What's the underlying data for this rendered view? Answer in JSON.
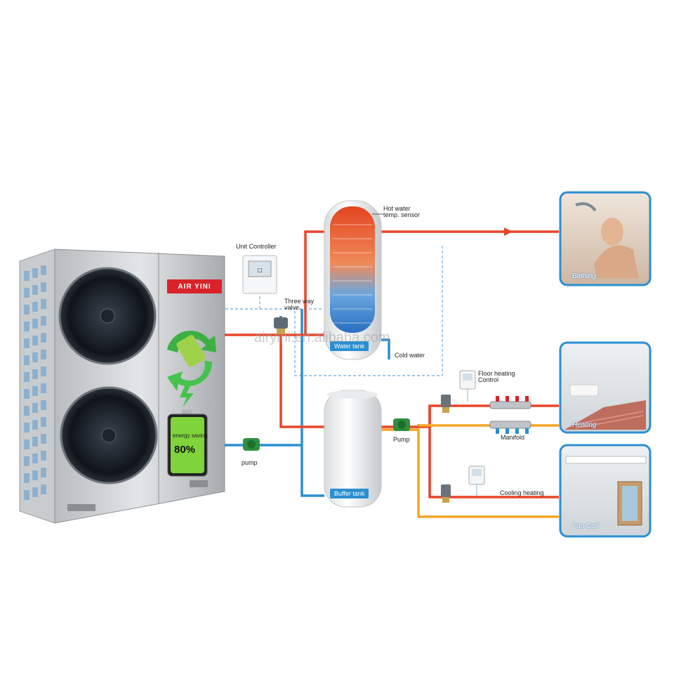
{
  "brand": {
    "name": "AIR YINI"
  },
  "battery": {
    "label": "energy saving",
    "value": "80%"
  },
  "labels": {
    "unit_controller": "Unit Controller",
    "three_way_valve_l1": "Three way",
    "three_way_valve_l2": "valve",
    "hot_water_sensor_l1": "Hot water",
    "hot_water_sensor_l2": "temp. sensor",
    "water_tank": "Water tank",
    "cold_water": "Cold water",
    "buffer_tank": "Buffer tank",
    "pump_left": "pump",
    "pump_right": "Pump",
    "floor_heating_l1": "Floor heating",
    "floor_heating_l2": "Control",
    "manifold": "Manifold",
    "cooling_heating": "Cooling heating"
  },
  "rooms": [
    {
      "key": "bathing",
      "label": "Bathing"
    },
    {
      "key": "heating",
      "label": "Heating"
    },
    {
      "key": "fan_coil",
      "label": "Fan Coil"
    }
  ],
  "watermark": "airyini.en.alibaba.com",
  "colors": {
    "hot_pipe": "#e8452a",
    "cold_pipe": "#2a8fd1",
    "warm_pipe": "#f5a623",
    "signal_line": "#7fb6e0",
    "room_frame": "#2a8fd1",
    "brand_red": "#d8232a"
  }
}
